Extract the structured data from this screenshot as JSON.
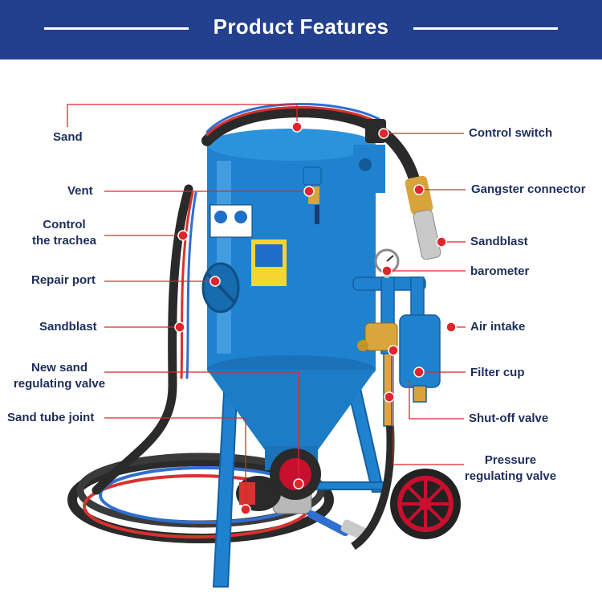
{
  "header": {
    "title": "Product Features"
  },
  "colors": {
    "banner": "#22408d",
    "label_text": "#1d2e5c",
    "leader_line": "#e1252b",
    "machine_blue": "#1f82cf",
    "wheel_red": "#c8102e"
  },
  "labels_left": {
    "sand": "Sand",
    "vent": "Vent",
    "control_trachea_1": "Control",
    "control_trachea_2": "the trachea",
    "repair_port": "Repair port",
    "sandblast": "Sandblast",
    "new_sand_1": "New sand",
    "new_sand_2": "regulating valve",
    "sand_tube_joint": "Sand tube joint"
  },
  "labels_right": {
    "control_switch": "Control switch",
    "gangster_connector": "Gangster connector",
    "sandblast": "Sandblast",
    "barometer": "barometer",
    "air_intake": "Air intake",
    "filter_cup": "Filter cup",
    "shutoff_valve": "Shut-off valve",
    "pressure_1": "Pressure",
    "pressure_2": "regulating valve"
  }
}
